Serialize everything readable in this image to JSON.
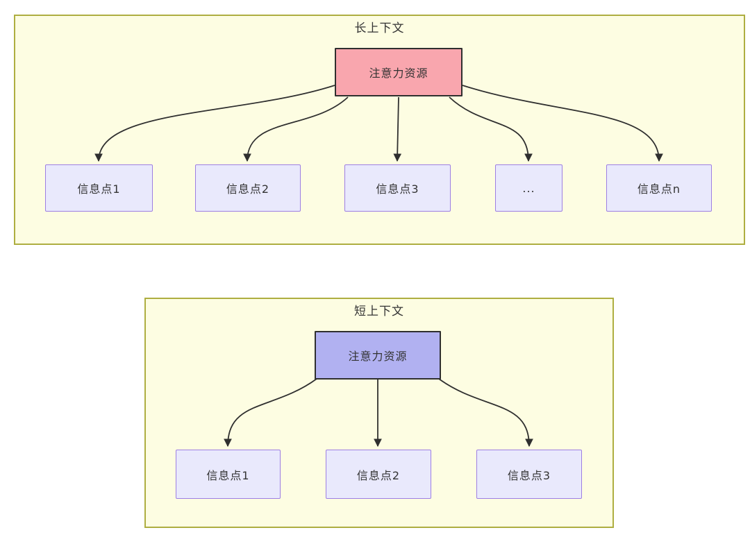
{
  "diagram": {
    "type": "attention-allocation-comparison",
    "sections": {
      "long": {
        "title": "长上下文",
        "attention_label": "注意力资源",
        "items": [
          "信息点1",
          "信息点2",
          "信息点3",
          "...",
          "信息点n"
        ],
        "edges": [
          {
            "from": "注意力资源",
            "to": "信息点1"
          },
          {
            "from": "注意力资源",
            "to": "信息点2"
          },
          {
            "from": "注意力资源",
            "to": "信息点3"
          },
          {
            "from": "注意力资源",
            "to": "..."
          },
          {
            "from": "注意力资源",
            "to": "信息点n"
          }
        ]
      },
      "short": {
        "title": "短上下文",
        "attention_label": "注意力资源",
        "items": [
          "信息点1",
          "信息点2",
          "信息点3"
        ],
        "edges": [
          {
            "from": "注意力资源",
            "to": "信息点1"
          },
          {
            "from": "注意力资源",
            "to": "信息点2"
          },
          {
            "from": "注意力资源",
            "to": "信息点3"
          }
        ]
      }
    },
    "colors": {
      "panel_background": "#FDFDE2",
      "panel_border": "#AEAE40",
      "attention_long_fill": "#F9A6AE",
      "attention_short_fill": "#B1B1F1",
      "attention_border": "#2F2F2F",
      "info_fill": "#E9E9FC",
      "info_border": "#9D7EE3",
      "arrow": "#2F2F2F",
      "text": "#333333"
    }
  }
}
